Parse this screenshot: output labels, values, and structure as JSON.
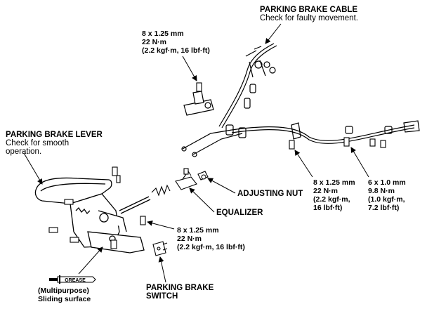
{
  "labels": {
    "cable": {
      "title": "PARKING BRAKE CABLE",
      "note": "Check for faulty movement."
    },
    "torque_top": {
      "size": "8 x 1.25 mm",
      "nm": "22 N·m",
      "alt": "(2.2 kgf·m, 16 lbf·ft)"
    },
    "lever": {
      "title": "PARKING BRAKE LEVER",
      "note1": "Check for smooth",
      "note2": "operation."
    },
    "torque_right_a": {
      "size": "8 x 1.25 mm",
      "nm": "22 N·m",
      "alt1": "(2.2 kgf·m,",
      "alt2": "16 lbf·ft)"
    },
    "torque_right_b": {
      "size": "6 x 1.0 mm",
      "nm": "9.8 N·m",
      "alt1": "(1.0 kgf·m,",
      "alt2": "7.2 lbf·ft)"
    },
    "adjusting_nut": "ADJUSTING NUT",
    "equalizer": "EQUALIZER",
    "torque_mid": {
      "size": "8 x 1.25 mm",
      "nm": "22 N·m",
      "alt": "(2.2 kgf·m, 16 lbf·ft)"
    },
    "grease": {
      "tube": "GREASE",
      "line1": "(Multipurpose)",
      "line2": "Sliding surface"
    },
    "switch": {
      "line1": "PARKING BRAKE",
      "line2": "SWITCH"
    }
  }
}
